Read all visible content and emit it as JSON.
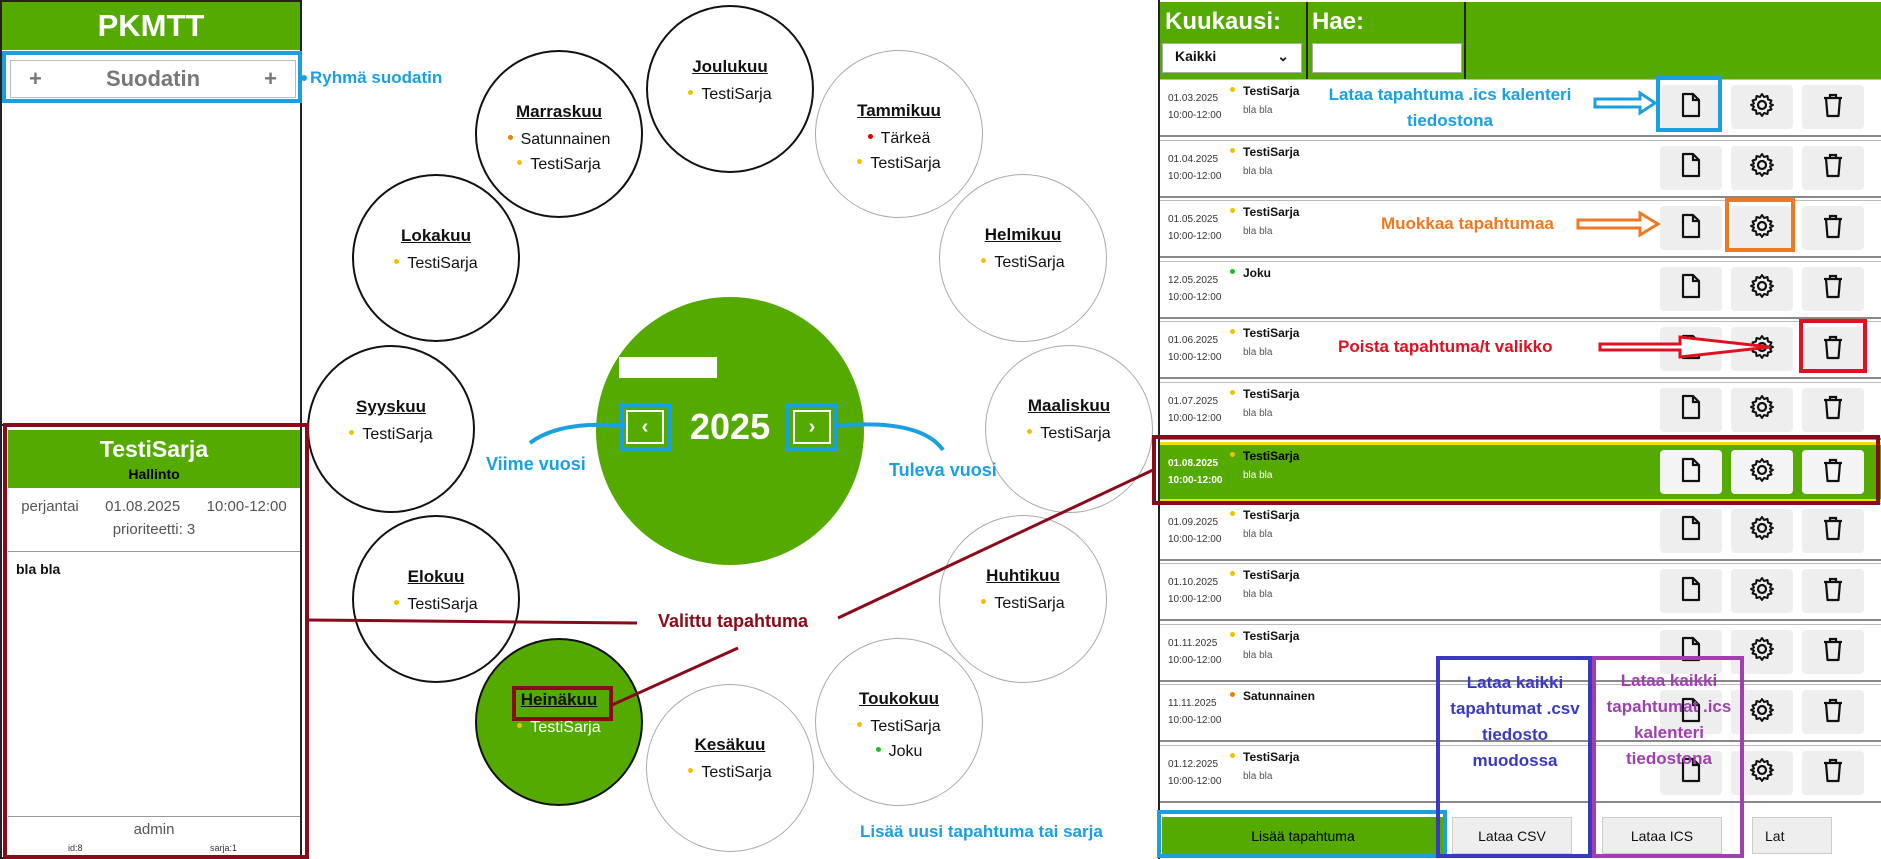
{
  "app": {
    "title": "PKMTT"
  },
  "filter": {
    "label": "Suodatin",
    "plus_left": "+",
    "plus_right": "+"
  },
  "detail": {
    "title": "TestiSarja",
    "subtitle": "Hallinto",
    "weekday": "perjantai",
    "date": "01.08.2025",
    "time": "10:00-12:00",
    "priority": "prioriteetti: 3",
    "description": "bla bla",
    "user": "admin",
    "id": "id:8",
    "series": "sarja:1"
  },
  "year": {
    "value": "2025",
    "prev": "‹",
    "next": "›"
  },
  "months": [
    {
      "name": "Joulukuu",
      "events": [
        {
          "label": "TestiSarja",
          "color": "#f5c000"
        }
      ]
    },
    {
      "name": "Tammikuu",
      "events": [
        {
          "label": "Tärkeä",
          "color": "#e00000"
        },
        {
          "label": "TestiSarja",
          "color": "#f5c000"
        }
      ]
    },
    {
      "name": "Helmikuu",
      "events": [
        {
          "label": "TestiSarja",
          "color": "#f5c000"
        }
      ]
    },
    {
      "name": "Maaliskuu",
      "events": [
        {
          "label": "TestiSarja",
          "color": "#f5c000"
        }
      ]
    },
    {
      "name": "Huhtikuu",
      "events": [
        {
          "label": "TestiSarja",
          "color": "#f5c000"
        }
      ]
    },
    {
      "name": "Toukokuu",
      "events": [
        {
          "label": "TestiSarja",
          "color": "#f5c000"
        },
        {
          "label": "Joku",
          "color": "#22bb22"
        }
      ]
    },
    {
      "name": "Kesäkuu",
      "events": [
        {
          "label": "TestiSarja",
          "color": "#f5c000"
        }
      ]
    },
    {
      "name": "Heinäkuu",
      "events": [
        {
          "label": "TestiSarja",
          "color": "#f5c000"
        }
      ]
    },
    {
      "name": "Elokuu",
      "events": [
        {
          "label": "TestiSarja",
          "color": "#f5c000"
        }
      ]
    },
    {
      "name": "Syyskuu",
      "events": [
        {
          "label": "TestiSarja",
          "color": "#f5c000"
        }
      ]
    },
    {
      "name": "Lokakuu",
      "events": [
        {
          "label": "TestiSarja",
          "color": "#f5c000"
        }
      ]
    },
    {
      "name": "Marraskuu",
      "events": [
        {
          "label": "Satunnainen",
          "color": "#f08000"
        },
        {
          "label": "TestiSarja",
          "color": "#f5c000"
        }
      ]
    }
  ],
  "list": {
    "month_label": "Kuukausi:",
    "search_label": "Hae:",
    "month_value": "Kaikki",
    "chevron": "⌄",
    "rows": [
      {
        "date": "01.03.2025",
        "time": "10:00-12:00",
        "title": "TestiSarja",
        "desc": "bla bla",
        "color": "#f5c000"
      },
      {
        "date": "01.04.2025",
        "time": "10:00-12:00",
        "title": "TestiSarja",
        "desc": "bla bla",
        "color": "#f5c000"
      },
      {
        "date": "01.05.2025",
        "time": "10:00-12:00",
        "title": "TestiSarja",
        "desc": "bla bla",
        "color": "#f5c000"
      },
      {
        "date": "12.05.2025",
        "time": "10:00-12:00",
        "title": "Joku",
        "desc": "",
        "color": "#22bb22"
      },
      {
        "date": "01.06.2025",
        "time": "10:00-12:00",
        "title": "TestiSarja",
        "desc": "bla bla",
        "color": "#f5c000"
      },
      {
        "date": "01.07.2025",
        "time": "10:00-12:00",
        "title": "TestiSarja",
        "desc": "bla bla",
        "color": "#f5c000"
      },
      {
        "date": "01.08.2025",
        "time": "10:00-12:00",
        "title": "TestiSarja",
        "desc": "bla bla",
        "color": "#f5c000"
      },
      {
        "date": "01.09.2025",
        "time": "10:00-12:00",
        "title": "TestiSarja",
        "desc": "bla bla",
        "color": "#f5c000"
      },
      {
        "date": "01.10.2025",
        "time": "10:00-12:00",
        "title": "TestiSarja",
        "desc": "bla bla",
        "color": "#f5c000"
      },
      {
        "date": "01.11.2025",
        "time": "10:00-12:00",
        "title": "TestiSarja",
        "desc": "bla bla",
        "color": "#f5c000"
      },
      {
        "date": "11.11.2025",
        "time": "10:00-12:00",
        "title": "Satunnainen",
        "desc": "",
        "color": "#f08000"
      },
      {
        "date": "01.12.2025",
        "time": "10:00-12:00",
        "title": "TestiSarja",
        "desc": "bla bla",
        "color": "#f5c000"
      }
    ]
  },
  "bottom": {
    "add": "Lisää tapahtuma",
    "csv": "Lataa CSV",
    "ics": "Lataa ICS",
    "more": "Lat"
  },
  "annotations": {
    "group_filter": "Ryhmä suodatin",
    "prev_year": "Viime vuosi",
    "next_year": "Tuleva vuosi",
    "selected_event": "Valittu tapahtuma",
    "download_ics_line1": "Lataa tapahtuma .ics kalenteri",
    "download_ics_line2": "tiedostona",
    "edit_event": "Muokkaa tapahtumaa",
    "delete_event": "Poista tapahtuma/t valikko",
    "add_new": "Lisää uusi tapahtuma tai sarja",
    "csv_all_1": "Lataa kaikki",
    "csv_all_2": "tapahtumat .csv",
    "csv_all_3": "tiedosto",
    "csv_all_4": "muodossa",
    "ics_all_1": "Lataa kaikki",
    "ics_all_2": "tapahtumat .ics",
    "ics_all_3": "kalenteri",
    "ics_all_4": "tiedostona"
  },
  "colors": {
    "green": "#55aa00",
    "annotation_blue": "#1aa0e0",
    "annotation_orange": "#f07820",
    "annotation_red": "#e01020",
    "annotation_maroon": "#8b0a1a",
    "annotation_indigo": "#3a3ac0",
    "annotation_purple": "#a040b0"
  }
}
